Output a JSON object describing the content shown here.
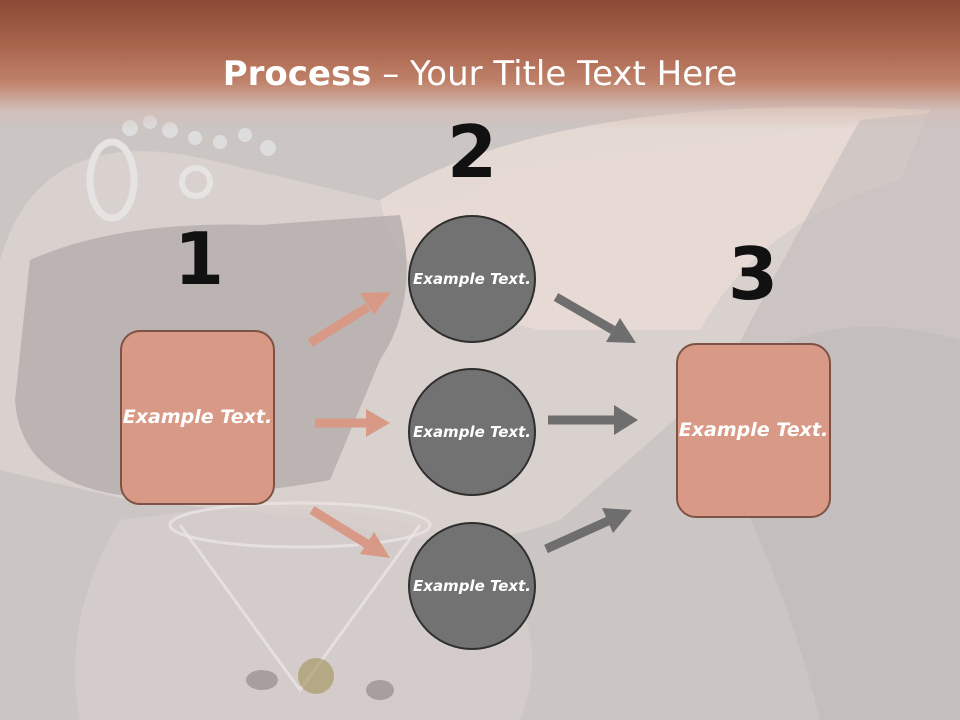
{
  "title": {
    "bold": "Process",
    "rest": " – Your Title Text Here"
  },
  "steps": {
    "one": "1",
    "two": "2",
    "three": "3"
  },
  "boxes": {
    "left": "Example Text.",
    "right": "Example Text."
  },
  "circles": {
    "top": "Example Text.",
    "middle": "Example Text.",
    "bottom": "Example Text."
  },
  "colors": {
    "title_bar": "#a9644c",
    "box_fill": "#d89a86",
    "circle_fill": "#727272",
    "arrow_salmon": "#d89a86",
    "arrow_gray": "#6e6e6e"
  }
}
